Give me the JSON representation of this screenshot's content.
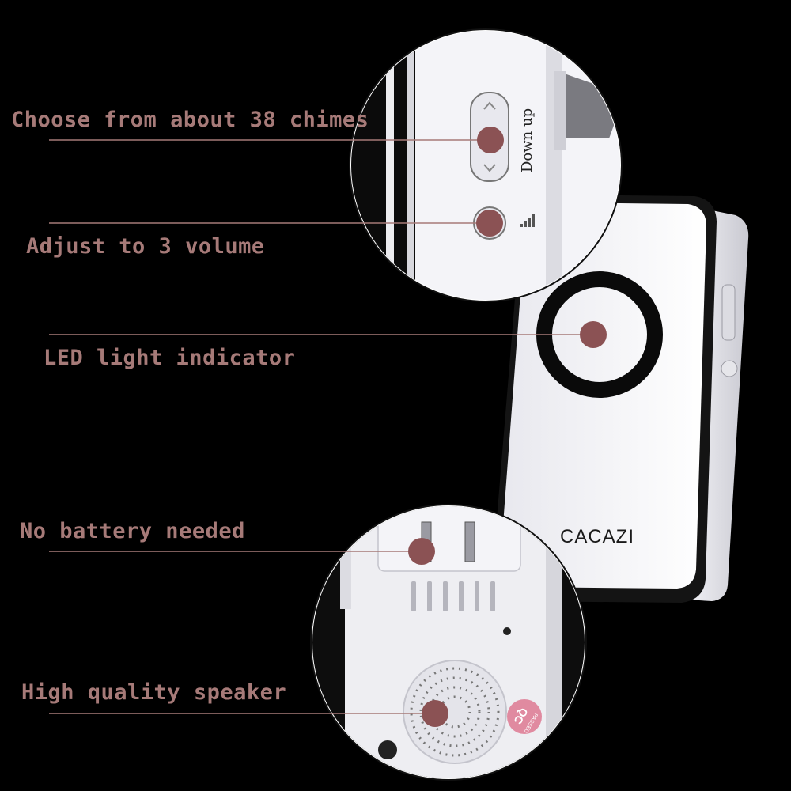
{
  "features": [
    {
      "id": "chimes",
      "label": "Choose from about 38 chimes"
    },
    {
      "id": "volume",
      "label": "Adjust to 3 volume"
    },
    {
      "id": "led",
      "label": "LED light indicator"
    },
    {
      "id": "battery",
      "label": "No battery needed"
    },
    {
      "id": "speaker",
      "label": "High quality speaker"
    }
  ],
  "device": {
    "brand": "CACAZI",
    "button_text": "Down up",
    "qc_text": "QC",
    "qc_sub": "PASSED"
  },
  "colors": {
    "background": "#000000",
    "label_text": "#a67a78",
    "marker": "#8b5254",
    "leader_line": "#a67a78"
  }
}
